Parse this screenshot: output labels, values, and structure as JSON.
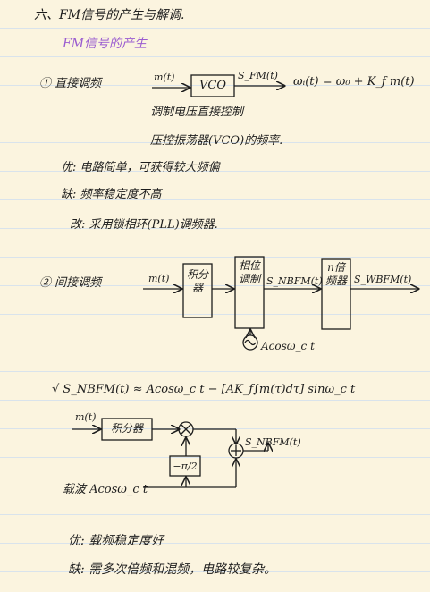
{
  "section_title": "六、FM信号的产生与解调.",
  "subsection_title": "FM信号的产生",
  "direct": {
    "label": "① 直接调频",
    "input": "m(t)",
    "vco": "VCO",
    "output": "S_FM(t)",
    "formula": "ωᵢ(t) = ω₀ + K_f m(t)",
    "note1": "调制电压直接控制",
    "note2": "压控振荡器(VCO)的频率.",
    "pro": "优: 电路简单，可获得较大频偏",
    "con": "缺: 频率稳定度不高",
    "improve": "改: 采用锁相环(PLL)调频器."
  },
  "indirect": {
    "label": "② 间接调频",
    "input": "m(t)",
    "integrator": "积分器",
    "phase_mod": "相位调制",
    "mid_signal": "S_NBFM(t)",
    "multiplier": "n倍频器",
    "output": "S_WBFM(t)",
    "carrier": "Acosω_c t"
  },
  "formula2": "√ S_NBFM(t) ≈ Acosω_c t − [AK_f∫m(τ)dτ] sinω_c t",
  "diagram2": {
    "input": "m(t)",
    "integrator": "积分器",
    "shift": "−π/2",
    "output": "S_NBFM(t)",
    "carrier": "载波 Acosω_c t"
  },
  "summary": {
    "pro": "优: 载频稳定度好",
    "con": "缺: 需多次倍频和混频，电路较复杂。"
  }
}
